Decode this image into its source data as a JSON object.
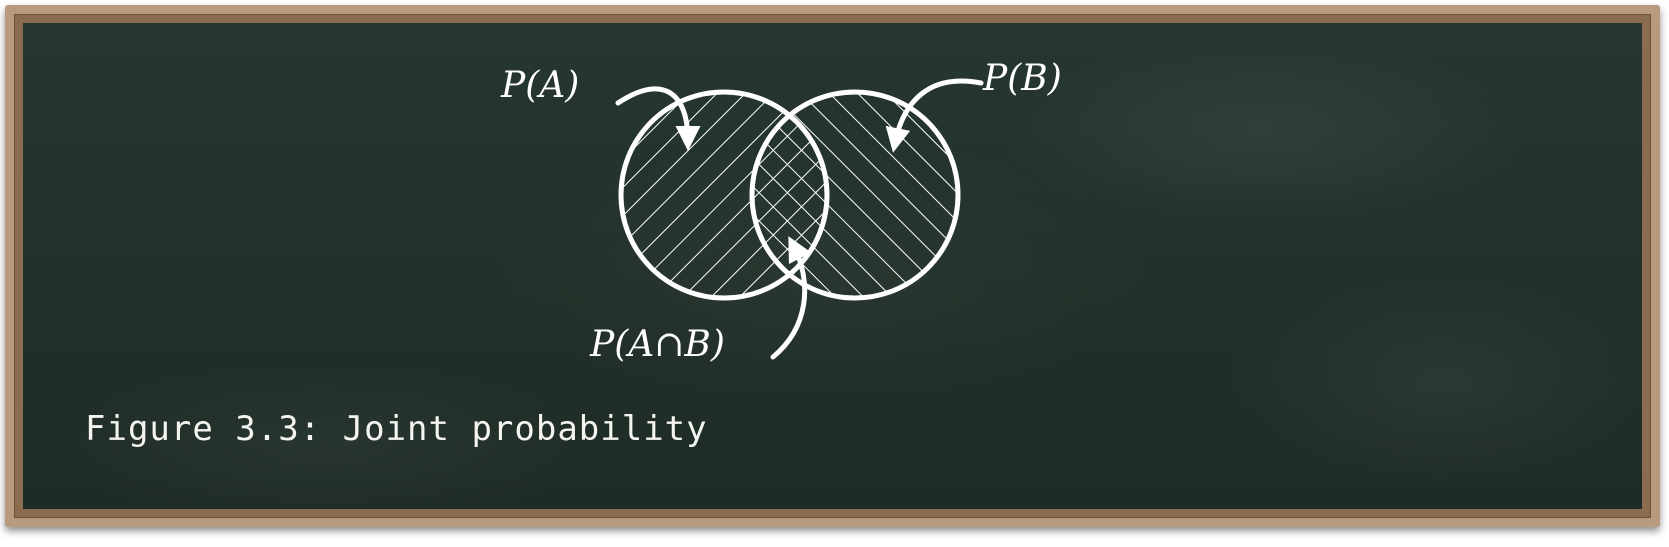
{
  "diagram": {
    "label_a": "P(A)",
    "label_b": "P(B)",
    "label_intersection": "P(A∩B)"
  },
  "caption": "Figure 3.3: Joint probability",
  "colors": {
    "board": "#223029",
    "frame": "#b89a7c",
    "chalk": "#ffffff"
  }
}
